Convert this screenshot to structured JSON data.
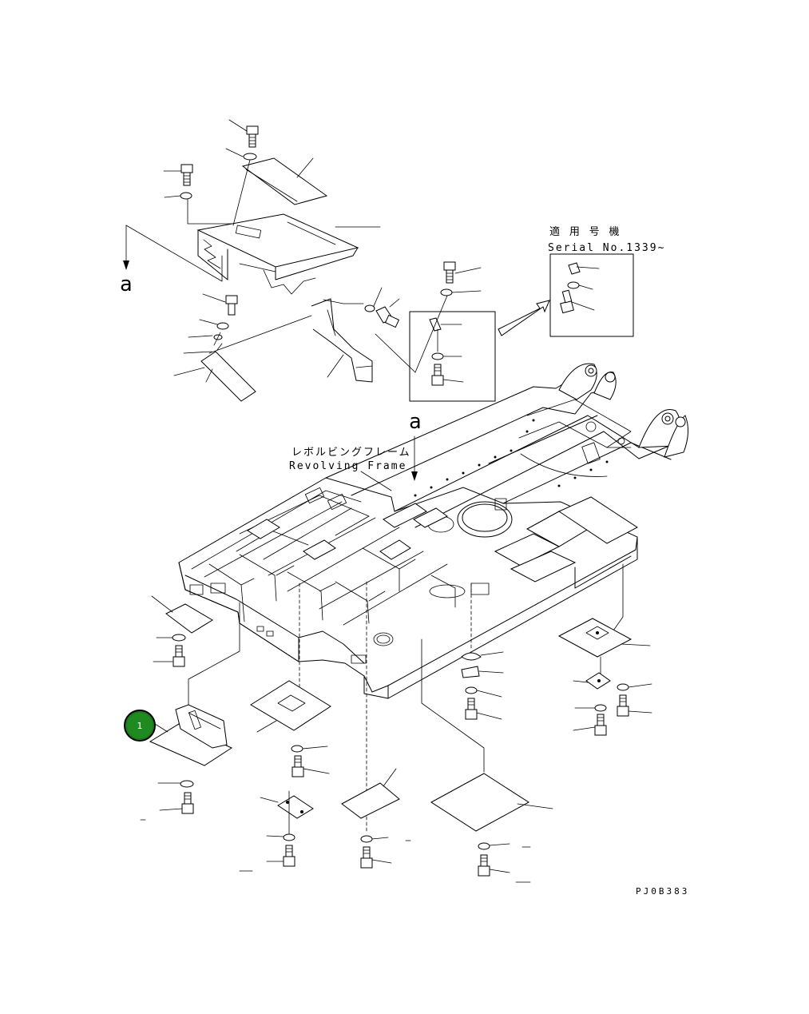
{
  "diagram": {
    "view_label_upper": "a",
    "view_label_lower": "a",
    "serial_title_jp": "適 用 号 機",
    "serial_title_en": "Serial No.1339~",
    "frame_label_jp": "レボルビングフレーム",
    "frame_label_en": "Revolving Frame",
    "drawing_code": "PJ0B383",
    "callout_marker": "1",
    "marker_color": "#1e7a1e"
  }
}
